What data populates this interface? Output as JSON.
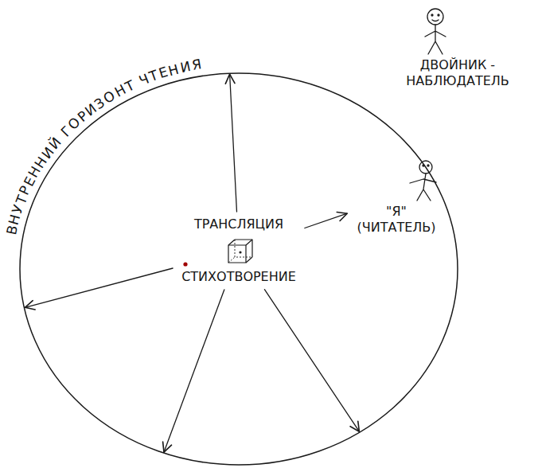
{
  "diagram": {
    "nodes": [
      {
        "text": [
          "ВНУТРЕННИЙ ГОРИЗОНТ ЧТЕНИЯ"
        ]
      },
      {
        "text": [
          "ТРАНСЛЯЦИЯ",
          "СТИХОТВОРЕНИЕ"
        ],
        "in": 0
      },
      {
        "text": [
          "\"Я\" (ЧИТАТЕЛЬ)"
        ],
        "in": 0
      },
      {
        "text": [
          "ДВОЙНИК - НАБЛЮДАТЕЛЬ"
        ]
      }
    ],
    "edges": [
      {
        "from": 1,
        "to": 0,
        "arrow": "to"
      },
      {
        "from": 1,
        "to": 2,
        "arrow": "to"
      },
      {
        "from": 1,
        "to": 0,
        "arrow": "to"
      },
      {
        "from": 1,
        "to": 0,
        "arrow": "to"
      },
      {
        "from": 1,
        "to": 0,
        "arrow": "to"
      }
    ]
  }
}
